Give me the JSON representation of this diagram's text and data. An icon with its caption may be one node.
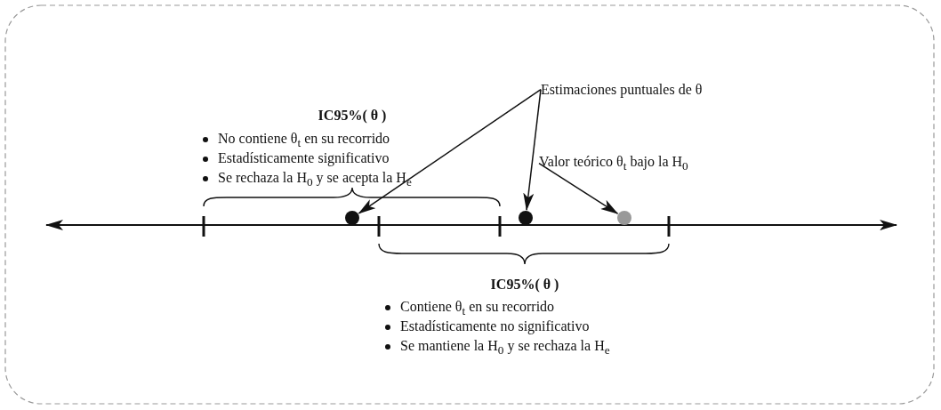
{
  "diagram": {
    "nodes": [
      {
        "text": [
          "Estimaciones puntuales de θ"
        ]
      },
      {
        "text": [
          "Valor teórico θ$_{t}$  bajo la H$_{0}$"
        ]
      },
      {
        "text": [],
        "shape": "circle"
      },
      {
        "text": [],
        "shape": "circle"
      },
      {
        "text": [],
        "shape": "circle"
      }
    ],
    "edges": [
      {
        "from": 0,
        "to": 2,
        "arrow": "to"
      },
      {
        "from": 0,
        "to": 3,
        "arrow": "to"
      },
      {
        "from": 1,
        "to": 4,
        "arrow": "to"
      }
    ],
    "labels": [
      "IC95%( θ )",
      "No contiene θ$_{t}$ en su recorrido",
      "Estadísticamente significativo",
      "Se rechaza la H$_{0}$ y se acepta la H$_{e}$",
      "IC95%( θ )",
      "Contiene θ$_{t}$ en su recorrido",
      "Estadísticamente no significativo",
      "Se mantiene la H$_{0}$ y se rechaza la H$_{e}$"
    ]
  }
}
